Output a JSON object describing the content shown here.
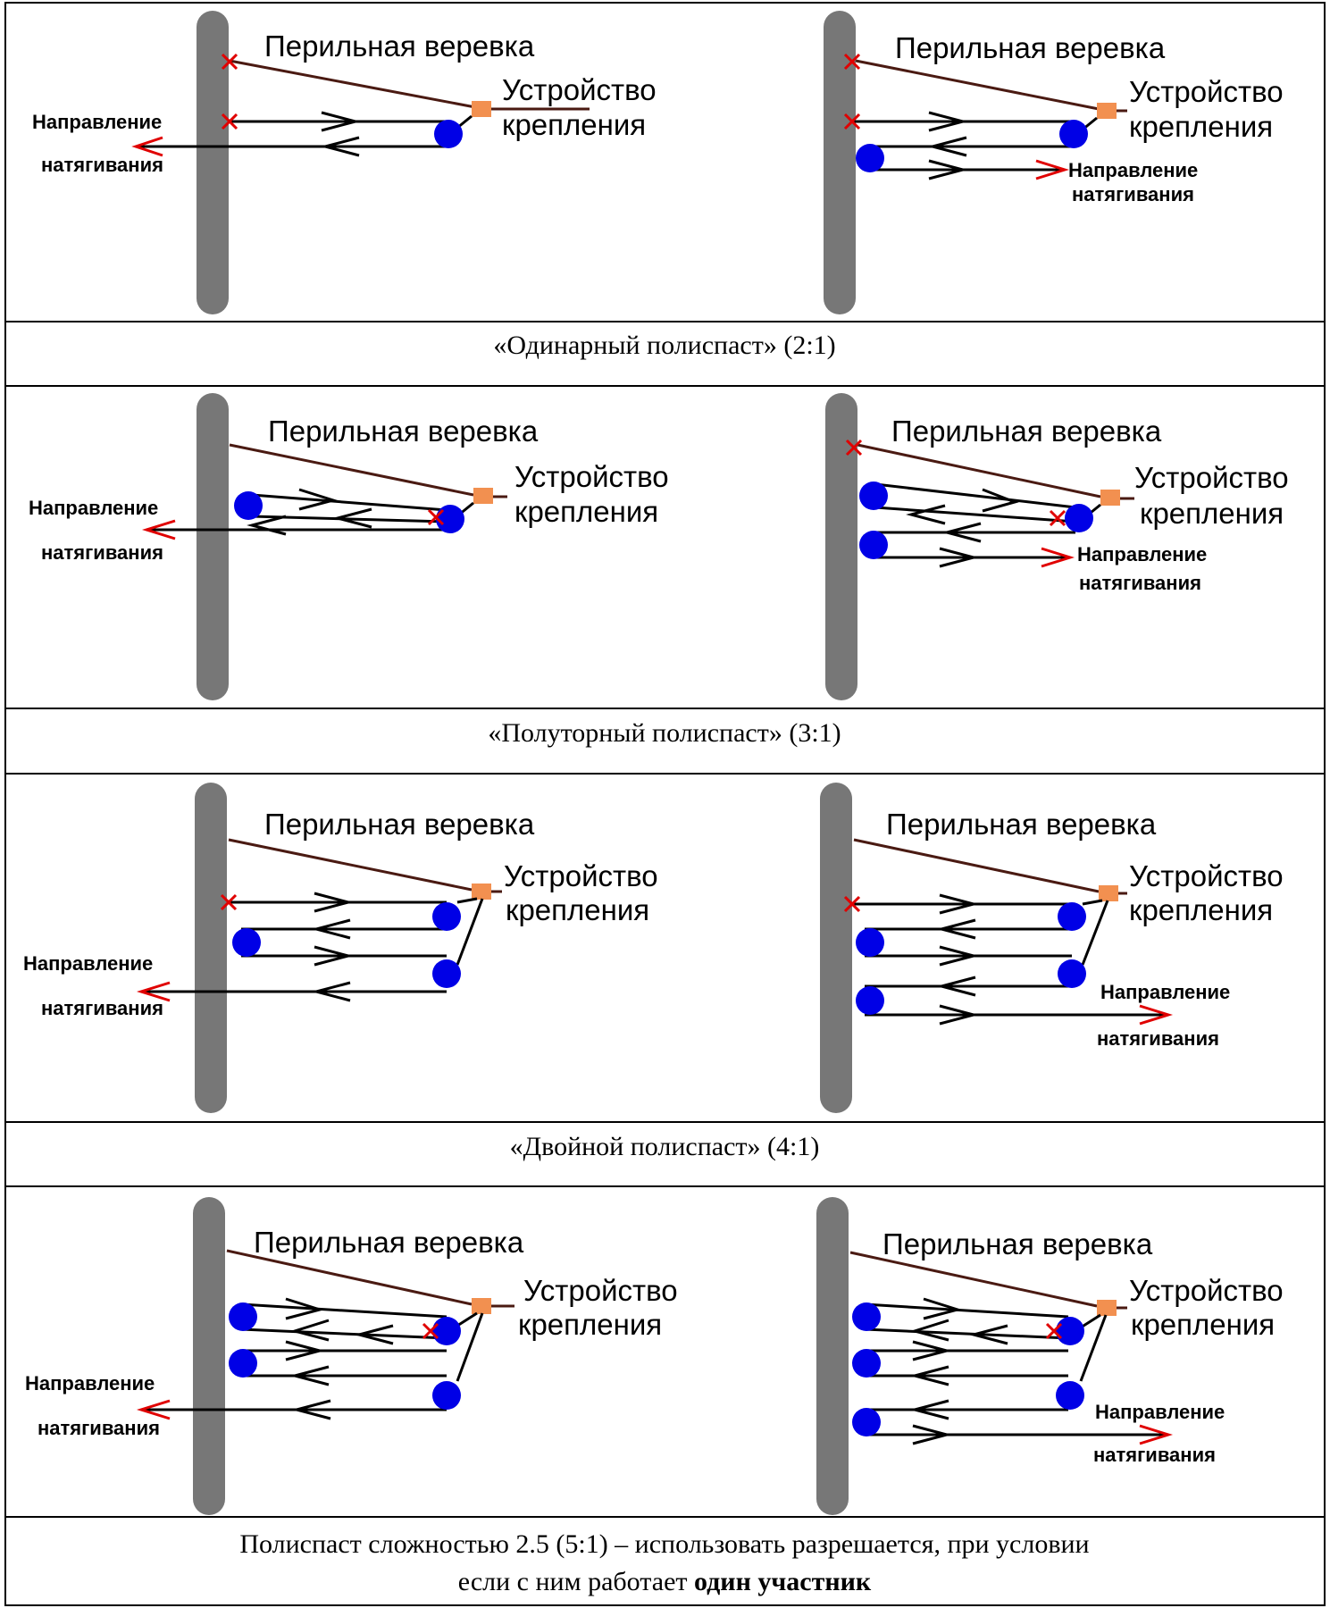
{
  "colors": {
    "wall": "#777777",
    "railing_rope": "#4a1a12",
    "rope": "#000000",
    "pulley": "#0000e6",
    "anchor": "#f29050",
    "pull_arrow": "#e00000",
    "clamp_mark": "#e00000"
  },
  "labels": {
    "railing_rope": "Перильная веревка",
    "anchor_line1": "Устройство",
    "anchor_line2": "крепления",
    "pull_line1": "Направление",
    "pull_line2": "натягивания"
  },
  "sections": [
    {
      "id": "single",
      "caption": "«Одинарный полиспаст» (2:1)"
    },
    {
      "id": "one-and-half",
      "caption": "«Полуторный полиспаст» (3:1)"
    },
    {
      "id": "double",
      "caption": "«Двойной полиспаст» (4:1)"
    },
    {
      "id": "complex",
      "caption_line1": "Полиспаст сложностью 2.5 (5:1) – использовать разрешается, при условии",
      "caption_line2_plain": "если с ним работает ",
      "caption_line2_bold": "один участник"
    }
  ]
}
